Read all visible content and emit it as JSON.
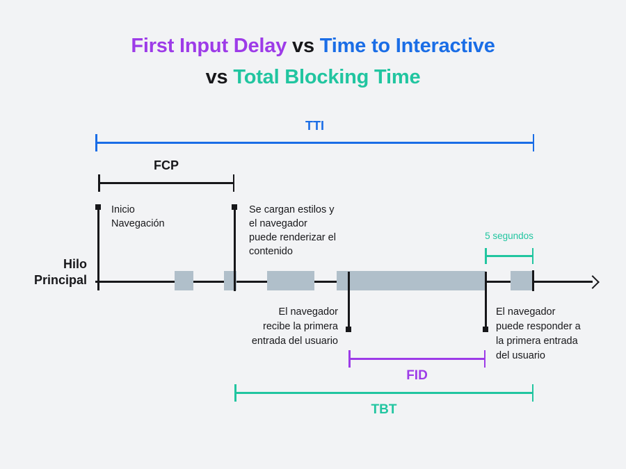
{
  "colors": {
    "background": "#f2f3f5",
    "purple": "#9d3be8",
    "blue": "#1a6de6",
    "teal": "#21c5a0",
    "ink": "#17171a",
    "task_block": "#b0bfca"
  },
  "title": {
    "segment1": "First Input Delay",
    "separator1": " vs ",
    "segment2": "Time to Interactive",
    "separator2": "vs ",
    "segment3": "Total Blocking Time"
  },
  "metrics": {
    "tti_label": "TTI",
    "fcp_label": "FCP",
    "five_seconds_label": "5 segundos",
    "fid_label": "FID",
    "tbt_label": "TBT"
  },
  "timeline": {
    "axis_label": "Hilo\nPrincipal"
  },
  "annotations": {
    "navigation_start": "Inicio\nNavegación",
    "styles_loaded": "Se cargan estilos y\nel navegador\npuede renderizar el\ncontenido",
    "first_input_received": "El navegador\nrecibe la primera\nentrada del usuario",
    "first_input_responded": "El navegador\npuede responder a\nla primera entrada\ndel usuario"
  }
}
